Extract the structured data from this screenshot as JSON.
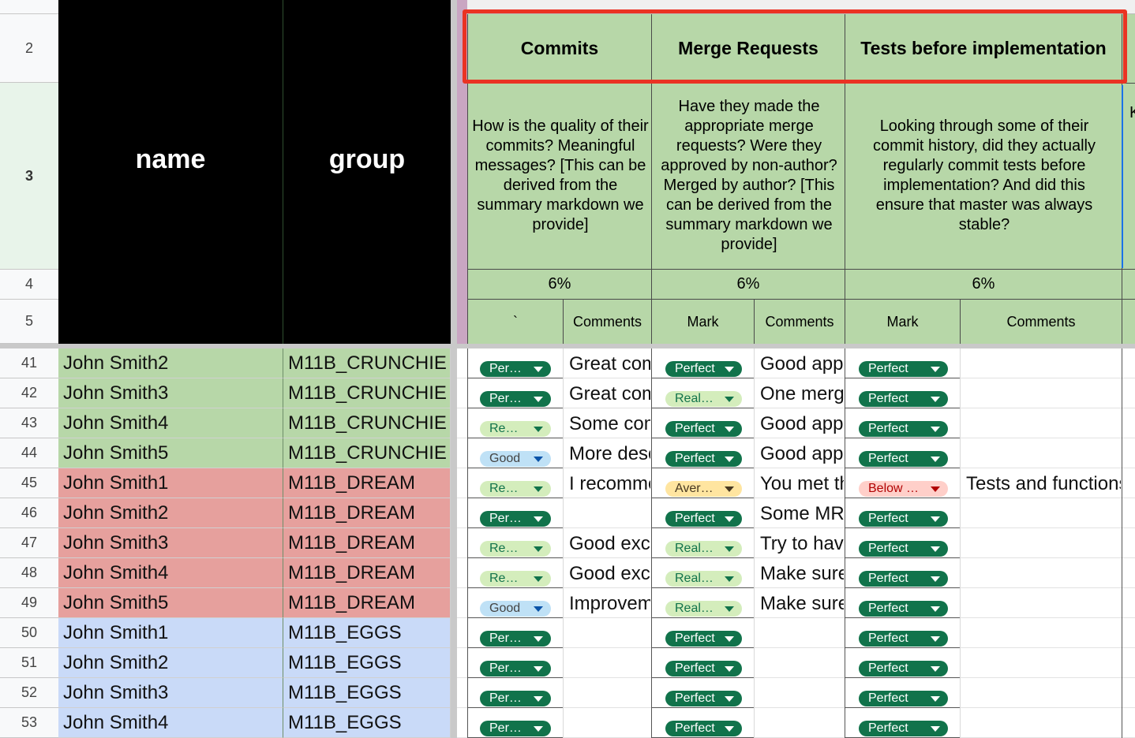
{
  "row_headers": {
    "top": [
      "2",
      "3",
      "4",
      "5"
    ],
    "bottom": [
      "41",
      "42",
      "43",
      "44",
      "45",
      "46",
      "47",
      "48",
      "49",
      "50",
      "51",
      "52",
      "53"
    ]
  },
  "frozen_headers": {
    "name": "name",
    "group": "group"
  },
  "criteria": [
    {
      "title": "Commits",
      "description": "How is the quality of their commits? Meaningful messages? [This can be derived from the summary markdown we provide]",
      "weight": "6%",
      "mark_label": "`",
      "comments_label": "Comments"
    },
    {
      "title": "Merge Requests",
      "description": "Have they made the appropriate merge requests? Were they approved by non-author? Merged by author? [This can be derived from the summary markdown we provide]",
      "weight": "6%",
      "mark_label": "Mark",
      "comments_label": "Comments"
    },
    {
      "title": "Tests before implementation",
      "description": "Looking through some of their commit history, did they actually regularly commit tests before implementation? And did this ensure that master was always stable?",
      "weight": "6%",
      "mark_label": "Mark",
      "comments_label": "Comments"
    }
  ],
  "next_col_fragment": "K",
  "rows": [
    {
      "name": "John Smith2",
      "group": "M11B_CRUNCHIE",
      "color": "#b7d7a8",
      "m1": {
        "text": "Perfect",
        "style": "perf"
      },
      "c1": "Great commits",
      "m2": {
        "text": "Perfect",
        "style": "perf"
      },
      "c2": "Good approvals",
      "m3": {
        "text": "Perfect",
        "style": "perf"
      },
      "c3": ""
    },
    {
      "name": "John Smith3",
      "group": "M11B_CRUNCHIE",
      "color": "#b7d7a8",
      "m1": {
        "text": "Perfect",
        "style": "perf"
      },
      "c1": "Great commits",
      "m2": {
        "text": "Really good",
        "style": "real"
      },
      "c2": "One merge",
      "m3": {
        "text": "Perfect",
        "style": "perf"
      },
      "c3": ""
    },
    {
      "name": "John Smith4",
      "group": "M11B_CRUNCHIE",
      "color": "#b7d7a8",
      "m1": {
        "text": "Really good",
        "style": "real"
      },
      "c1": "Some commits",
      "m2": {
        "text": "Perfect",
        "style": "perf"
      },
      "c2": "Good approvals",
      "m3": {
        "text": "Perfect",
        "style": "perf"
      },
      "c3": ""
    },
    {
      "name": "John Smith5",
      "group": "M11B_CRUNCHIE",
      "color": "#b7d7a8",
      "m1": {
        "text": "Good",
        "style": "good"
      },
      "c1": "More descriptive",
      "m2": {
        "text": "Perfect",
        "style": "perf"
      },
      "c2": "Good approvals",
      "m3": {
        "text": "Perfect",
        "style": "perf"
      },
      "c3": ""
    },
    {
      "name": "John Smith1",
      "group": "M11B_DREAM",
      "color": "#e6a09d",
      "m1": {
        "text": "Really good",
        "style": "real"
      },
      "c1": "I recommend",
      "m2": {
        "text": "Average",
        "style": "aver"
      },
      "c2": "You met the",
      "m3": {
        "text": "Below average",
        "style": "below"
      },
      "c3": "Tests and functions"
    },
    {
      "name": "John Smith2",
      "group": "M11B_DREAM",
      "color": "#e6a09d",
      "m1": {
        "text": "Perfect",
        "style": "perf"
      },
      "c1": "",
      "m2": {
        "text": "Perfect",
        "style": "perf"
      },
      "c2": "Some MR",
      "m3": {
        "text": "Perfect",
        "style": "perf"
      },
      "c3": ""
    },
    {
      "name": "John Smith3",
      "group": "M11B_DREAM",
      "color": "#e6a09d",
      "m1": {
        "text": "Really good",
        "style": "real"
      },
      "c1": "Good excellent",
      "m2": {
        "text": "Really good",
        "style": "real"
      },
      "c2": "Try to have",
      "m3": {
        "text": "Perfect",
        "style": "perf"
      },
      "c3": ""
    },
    {
      "name": "John Smith4",
      "group": "M11B_DREAM",
      "color": "#e6a09d",
      "m1": {
        "text": "Really good",
        "style": "real"
      },
      "c1": "Good excellent",
      "m2": {
        "text": "Really good",
        "style": "real"
      },
      "c2": "Make sure",
      "m3": {
        "text": "Perfect",
        "style": "perf"
      },
      "c3": ""
    },
    {
      "name": "John Smith5",
      "group": "M11B_DREAM",
      "color": "#e6a09d",
      "m1": {
        "text": "Good",
        "style": "good"
      },
      "c1": "Improvements",
      "m2": {
        "text": "Really good",
        "style": "real"
      },
      "c2": "Make sure",
      "m3": {
        "text": "Perfect",
        "style": "perf"
      },
      "c3": ""
    },
    {
      "name": "John Smith1",
      "group": "M11B_EGGS",
      "color": "#c9daf8",
      "m1": {
        "text": "Perfect",
        "style": "perf"
      },
      "c1": "",
      "m2": {
        "text": "Perfect",
        "style": "perf"
      },
      "c2": "",
      "m3": {
        "text": "Perfect",
        "style": "perf"
      },
      "c3": ""
    },
    {
      "name": "John Smith2",
      "group": "M11B_EGGS",
      "color": "#c9daf8",
      "m1": {
        "text": "Perfect",
        "style": "perf"
      },
      "c1": "",
      "m2": {
        "text": "Perfect",
        "style": "perf"
      },
      "c2": "",
      "m3": {
        "text": "Perfect",
        "style": "perf"
      },
      "c3": ""
    },
    {
      "name": "John Smith3",
      "group": "M11B_EGGS",
      "color": "#c9daf8",
      "m1": {
        "text": "Perfect",
        "style": "perf"
      },
      "c1": "",
      "m2": {
        "text": "Perfect",
        "style": "perf"
      },
      "c2": "",
      "m3": {
        "text": "Perfect",
        "style": "perf"
      },
      "c3": ""
    },
    {
      "name": "John Smith4",
      "group": "M11B_EGGS",
      "color": "#c9daf8",
      "m1": {
        "text": "Perfect",
        "style": "perf"
      },
      "c1": "",
      "m2": {
        "text": "Perfect",
        "style": "perf"
      },
      "c2": "",
      "m3": {
        "text": "Perfect",
        "style": "perf"
      },
      "c3": ""
    }
  ],
  "colors": {
    "header_green": "#b7d7a8",
    "frozen_header_bg": "#000000",
    "highlight_box": "#ea3323",
    "selection_blue": "#1a73e8"
  }
}
